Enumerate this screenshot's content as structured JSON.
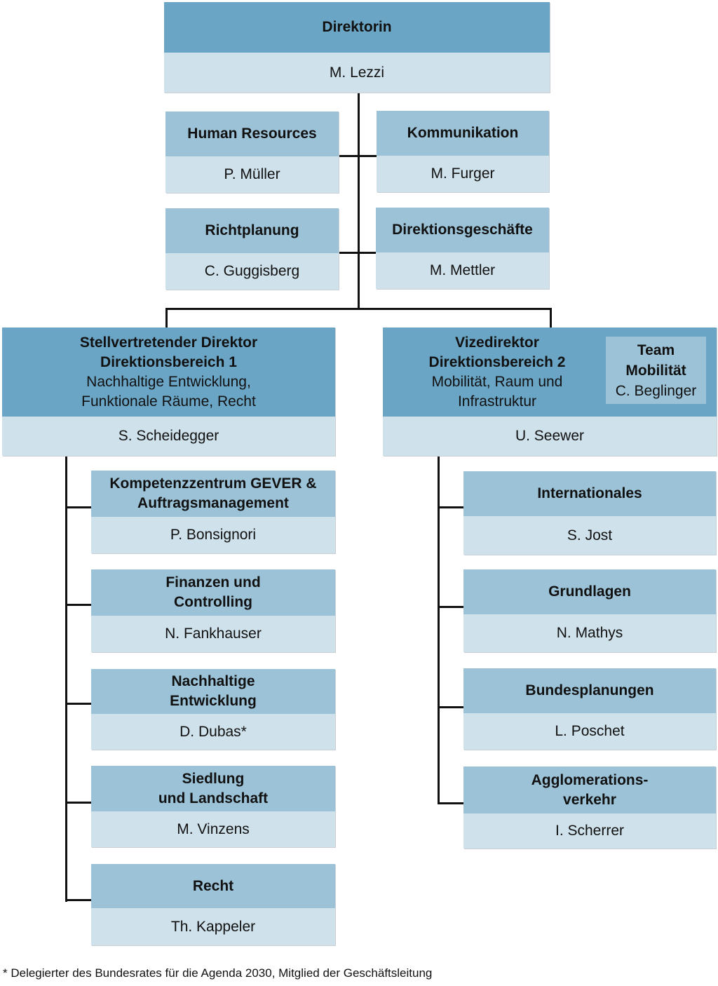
{
  "director": {
    "title": "Direktorin",
    "name": "M. Lezzi"
  },
  "staff": [
    {
      "title": "Human Resources",
      "name": "P. Müller"
    },
    {
      "title": "Kommunikation",
      "name": "M. Furger"
    },
    {
      "title": "Richtplanung",
      "name": "C. Guggisberg"
    },
    {
      "title": "Direktionsgeschäfte",
      "name": "M. Mettler"
    }
  ],
  "division1": {
    "title_line1": "Stellvertretender Direktor",
    "title_line2": "Direktionsbereich 1",
    "subtitle_line1": "Nachhaltige Entwicklung,",
    "subtitle_line2": "Funktionale Räume, Recht",
    "name": "S. Scheidegger",
    "units": [
      {
        "title_line1": "Kompetenzzentrum GEVER &",
        "title_line2": "Auftragsmanagement",
        "name": "P. Bonsignori"
      },
      {
        "title_line1": "Finanzen und",
        "title_line2": "Controlling",
        "name": "N. Fankhauser"
      },
      {
        "title_line1": "Nachhaltige",
        "title_line2": "Entwicklung",
        "name": "D. Dubas*"
      },
      {
        "title_line1": "Siedlung",
        "title_line2": "und Landschaft",
        "name": "M. Vinzens"
      },
      {
        "title_line1": "Recht",
        "title_line2": "",
        "name": "Th. Kappeler"
      }
    ]
  },
  "division2": {
    "title_line1": "Vizedirektor",
    "title_line2": "Direktionsbereich 2",
    "subtitle_line1": "Mobilität, Raum und",
    "subtitle_line2": "Infrastruktur",
    "name": "U. Seewer",
    "team": {
      "title_line1": "Team",
      "title_line2": "Mobilität",
      "name": "C. Beglinger"
    },
    "units": [
      {
        "title_line1": "Internationales",
        "title_line2": "",
        "name": "S. Jost"
      },
      {
        "title_line1": "Grundlagen",
        "title_line2": "",
        "name": "N. Mathys"
      },
      {
        "title_line1": "Bundesplanungen",
        "title_line2": "",
        "name": "L. Poschet"
      },
      {
        "title_line1": "Agglomerations-",
        "title_line2": "verkehr",
        "name": "I. Scherrer"
      }
    ]
  },
  "footnote": "* Delegierter des Bundesrates für die Agenda 2030, Mitglied der Geschäftsleitung",
  "colors": {
    "head_dark": "#6aa5c5",
    "head_light": "#9bc2d7",
    "name_bg": "#cfe1eb",
    "lines": "#111111"
  }
}
